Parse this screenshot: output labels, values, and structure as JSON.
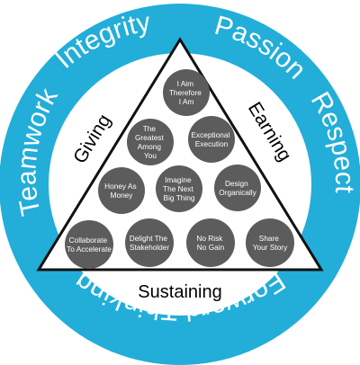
{
  "colors": {
    "ring": "#22aed8",
    "inner_fill": "#ffffff",
    "bubble": "#5c5c5c",
    "triangle_stroke": "#111111",
    "ring_text": "#ffffff"
  },
  "ring_words": [
    {
      "id": "teamwork",
      "text": "Teamwork"
    },
    {
      "id": "integrity",
      "text": "Integrity"
    },
    {
      "id": "passion",
      "text": "Passion"
    },
    {
      "id": "respect",
      "text": "Respect"
    },
    {
      "id": "forward-thinking",
      "text": "Forward Thinking"
    }
  ],
  "triangle_labels": {
    "left": "Giving",
    "right": "Earning",
    "base": "Sustaining"
  },
  "bubbles": [
    {
      "id": "i-aim",
      "lines": [
        "I Aim",
        "Therefore",
        "I Am"
      ]
    },
    {
      "id": "greatest-among-you",
      "lines": [
        "The",
        "Greatest",
        "Among",
        "You"
      ]
    },
    {
      "id": "exceptional-execution",
      "lines": [
        "Exceptional",
        "Execution"
      ]
    },
    {
      "id": "honey-as-money",
      "lines": [
        "Honey As",
        "Money"
      ]
    },
    {
      "id": "imagine-next-big-thing",
      "lines": [
        "Imagine",
        "The Next",
        "Big Thing"
      ]
    },
    {
      "id": "design-organically",
      "lines": [
        "Design",
        "Organically"
      ]
    },
    {
      "id": "collaborate-to-accelerate",
      "lines": [
        "Collaborate",
        "To Accelerate"
      ]
    },
    {
      "id": "delight-the-stakeholder",
      "lines": [
        "Delight The",
        "Stakeholder"
      ]
    },
    {
      "id": "no-risk-no-gain",
      "lines": [
        "No Risk",
        "No Gain"
      ]
    },
    {
      "id": "share-your-story",
      "lines": [
        "Share",
        "Your Story"
      ]
    }
  ]
}
